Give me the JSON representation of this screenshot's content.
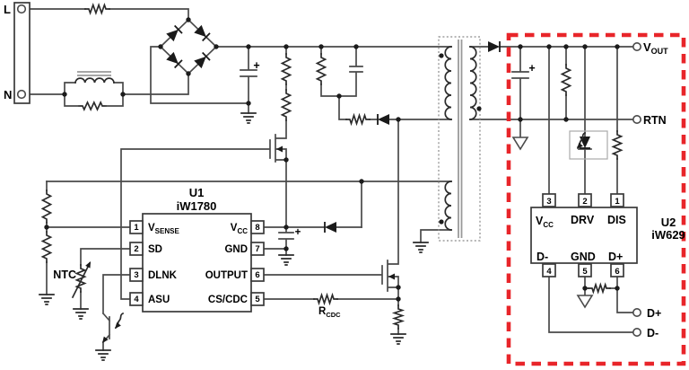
{
  "schematic": {
    "input": {
      "line_label": "L",
      "neutral_label": "N"
    },
    "primary_labels": {
      "ntc": "NTC",
      "r_cdc_main": "R",
      "r_cdc_sub": "CDC"
    },
    "u1": {
      "ref": "U1",
      "part": "iW1780",
      "pins": [
        {
          "num": "1",
          "main": "V",
          "sub": "SENSE"
        },
        {
          "num": "2",
          "main": "SD",
          "sub": ""
        },
        {
          "num": "3",
          "main": "DLNK",
          "sub": ""
        },
        {
          "num": "4",
          "main": "ASU",
          "sub": ""
        },
        {
          "num": "5",
          "main": "CS/CDC",
          "sub": ""
        },
        {
          "num": "6",
          "main": "OUTPUT",
          "sub": ""
        },
        {
          "num": "7",
          "main": "GND",
          "sub": ""
        },
        {
          "num": "8",
          "main": "V",
          "sub": "CC"
        }
      ]
    },
    "u2": {
      "ref": "U2",
      "part": "iW629",
      "pins": [
        {
          "num": "1",
          "main": "DIS",
          "sub": ""
        },
        {
          "num": "2",
          "main": "DRV",
          "sub": ""
        },
        {
          "num": "3",
          "main": "V",
          "sub": "CC"
        },
        {
          "num": "4",
          "main": "D-",
          "sub": ""
        },
        {
          "num": "5",
          "main": "GND",
          "sub": ""
        },
        {
          "num": "6",
          "main": "D+",
          "sub": ""
        }
      ]
    },
    "output": {
      "vout_main": "V",
      "vout_sub": "OUT",
      "rtn": "RTN",
      "dplus": "D+",
      "dminus": "D-"
    },
    "plus_sign": "+",
    "colors": {
      "wire": "#4a4a4a",
      "component": "#1a1a1a",
      "text": "#000000",
      "highlight_red": "#e8252a",
      "background": "#ffffff"
    }
  }
}
